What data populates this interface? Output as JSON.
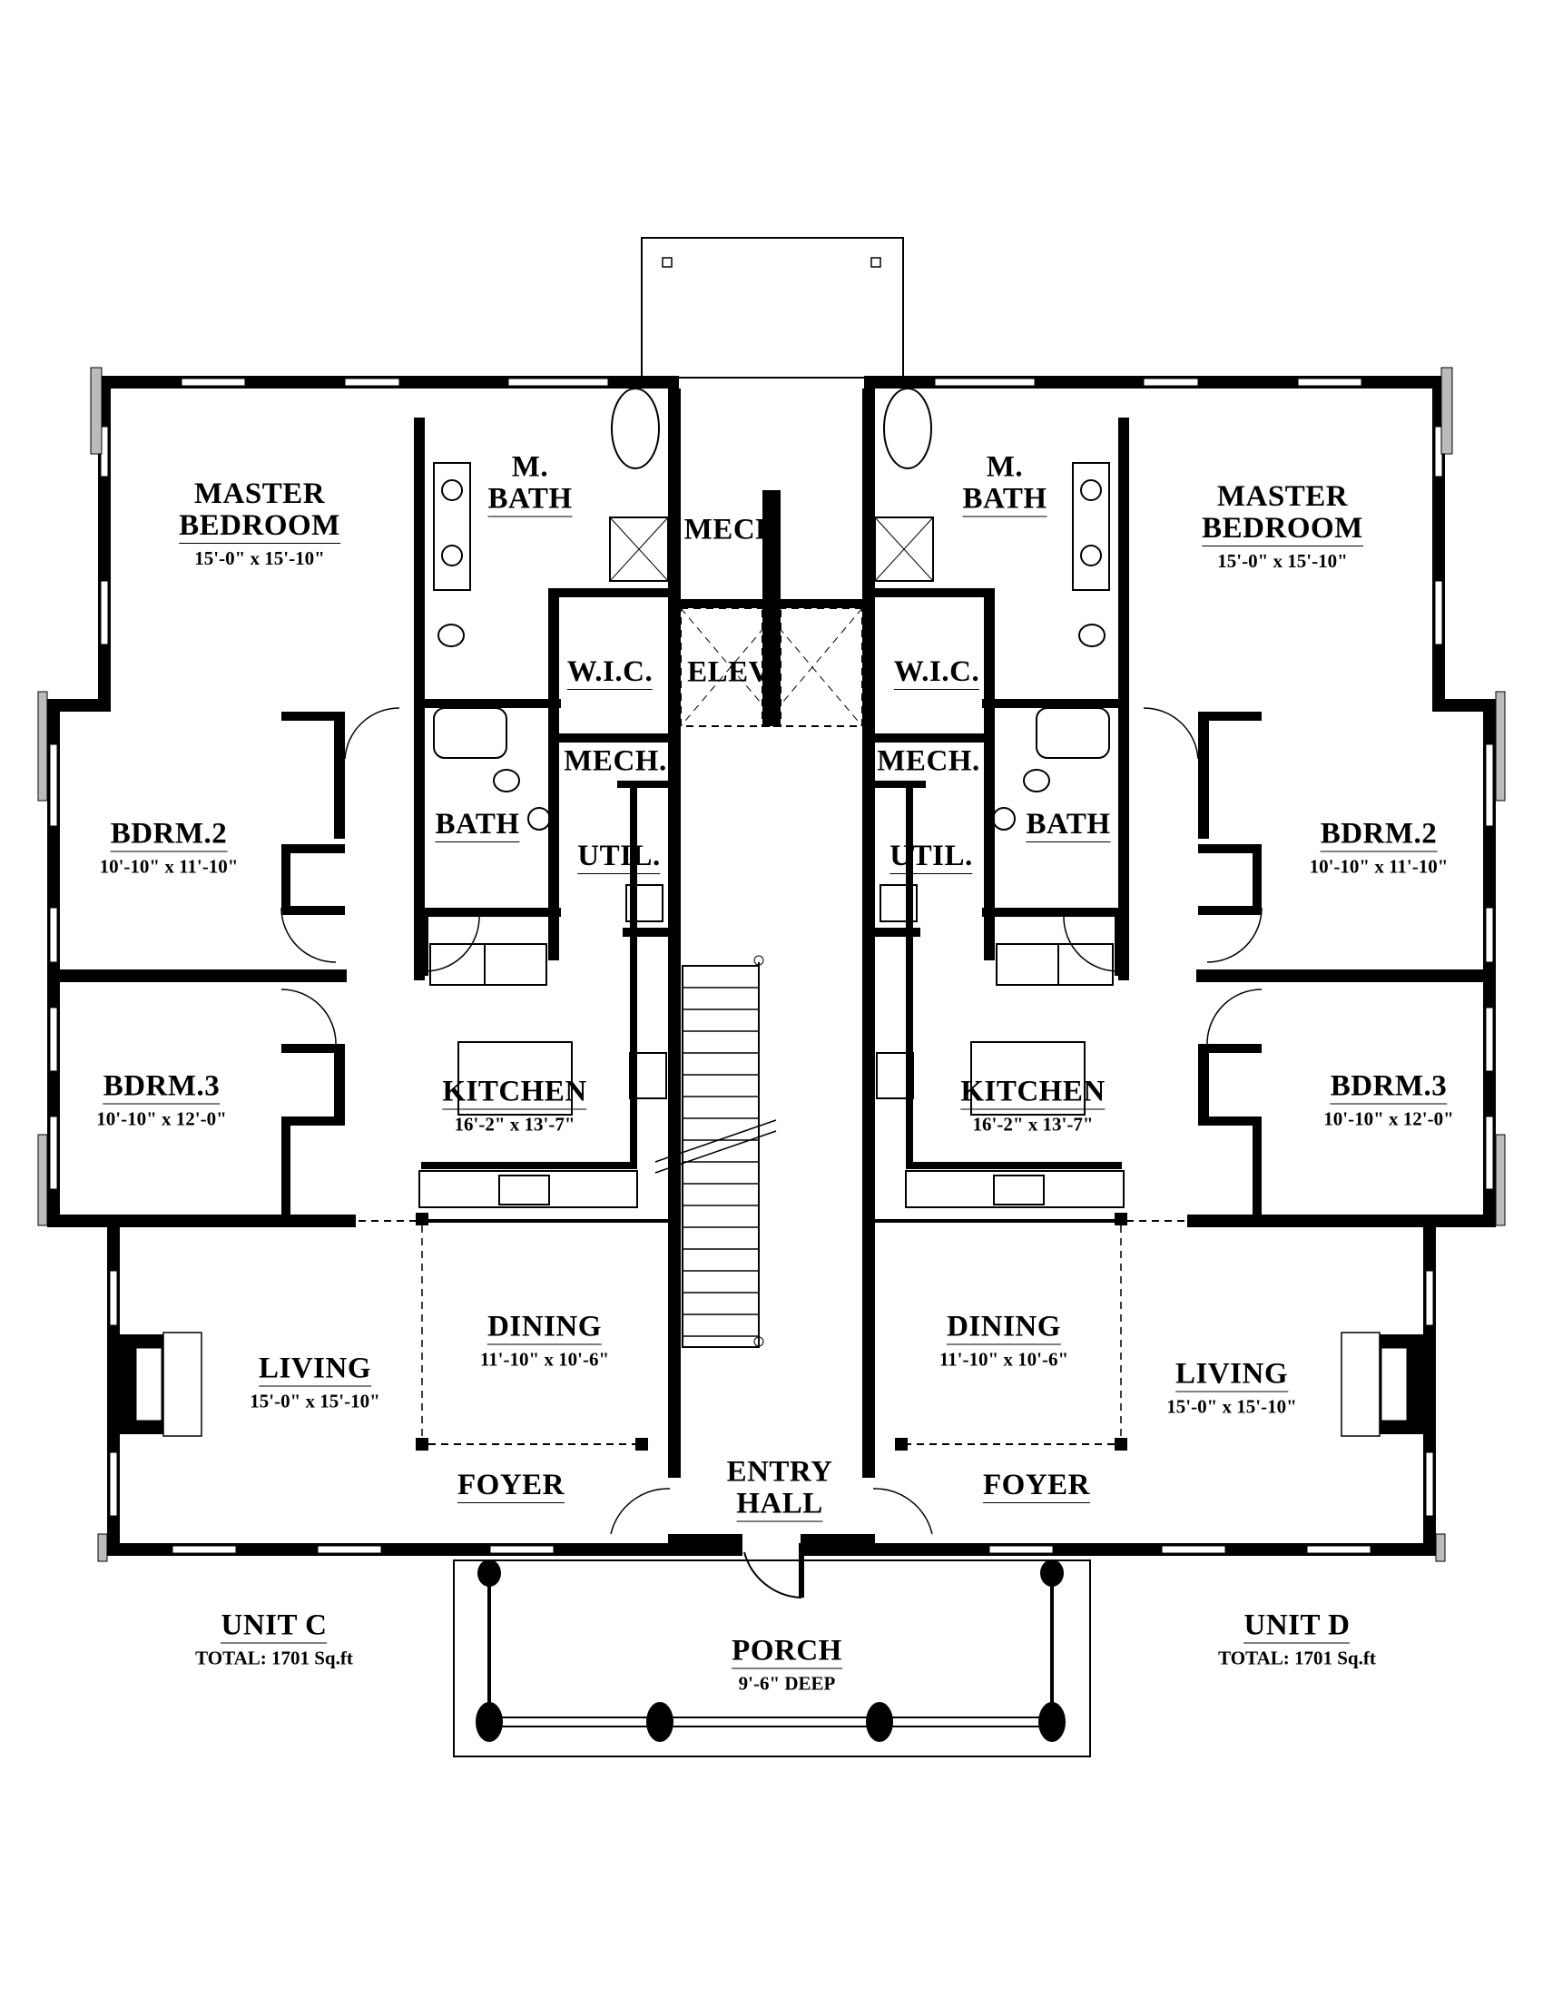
{
  "plan": {
    "unit_c": {
      "title": "UNIT C",
      "total": "TOTAL: 1701 Sq.ft",
      "rooms": {
        "master_bedroom": {
          "name_1": "MASTER",
          "name_2": "BEDROOM",
          "dim": "15'-0\" x 15'-10\""
        },
        "master_bath": {
          "name_1": "M.",
          "name_2": "BATH"
        },
        "wic": {
          "name": "W.I.C."
        },
        "mech_upper": {
          "name": "MECH"
        },
        "elev": {
          "name": "ELEV"
        },
        "mech": {
          "name": "MECH."
        },
        "bath": {
          "name": "BATH"
        },
        "util": {
          "name": "UTIL."
        },
        "bdrm2": {
          "name": "BDRM.2",
          "dim": "10'-10\" x 11'-10\""
        },
        "bdrm3": {
          "name": "BDRM.3",
          "dim": "10'-10\" x 12'-0\""
        },
        "kitchen": {
          "name": "KITCHEN",
          "dim": "16'-2\" x 13'-7\""
        },
        "dining": {
          "name": "DINING",
          "dim": "11'-10\" x 10'-6\""
        },
        "living": {
          "name": "LIVING",
          "dim": "15'-0\" x 15'-10\""
        },
        "foyer": {
          "name": "FOYER"
        }
      }
    },
    "unit_d": {
      "title": "UNIT D",
      "total": "TOTAL: 1701 Sq.ft",
      "rooms": {
        "master_bedroom": {
          "name_1": "MASTER",
          "name_2": "BEDROOM",
          "dim": "15'-0\" x 15'-10\""
        },
        "master_bath": {
          "name_1": "M.",
          "name_2": "BATH"
        },
        "wic": {
          "name": "W.I.C."
        },
        "mech": {
          "name": "MECH."
        },
        "bath": {
          "name": "BATH"
        },
        "util": {
          "name": "UTIL."
        },
        "bdrm2": {
          "name": "BDRM.2",
          "dim": "10'-10\" x 11'-10\""
        },
        "bdrm3": {
          "name": "BDRM.3",
          "dim": "10'-10\" x 12'-0\""
        },
        "kitchen": {
          "name": "KITCHEN",
          "dim": "16'-2\" x 13'-7\""
        },
        "dining": {
          "name": "DINING",
          "dim": "11'-10\" x 10'-6\""
        },
        "living": {
          "name": "LIVING",
          "dim": "15'-0\" x 15'-10\""
        },
        "foyer": {
          "name": "FOYER"
        }
      }
    },
    "shared": {
      "entry_hall_1": "ENTRY",
      "entry_hall_2": "HALL",
      "porch": {
        "name": "PORCH",
        "dim": "9'-6\" DEEP"
      }
    }
  }
}
